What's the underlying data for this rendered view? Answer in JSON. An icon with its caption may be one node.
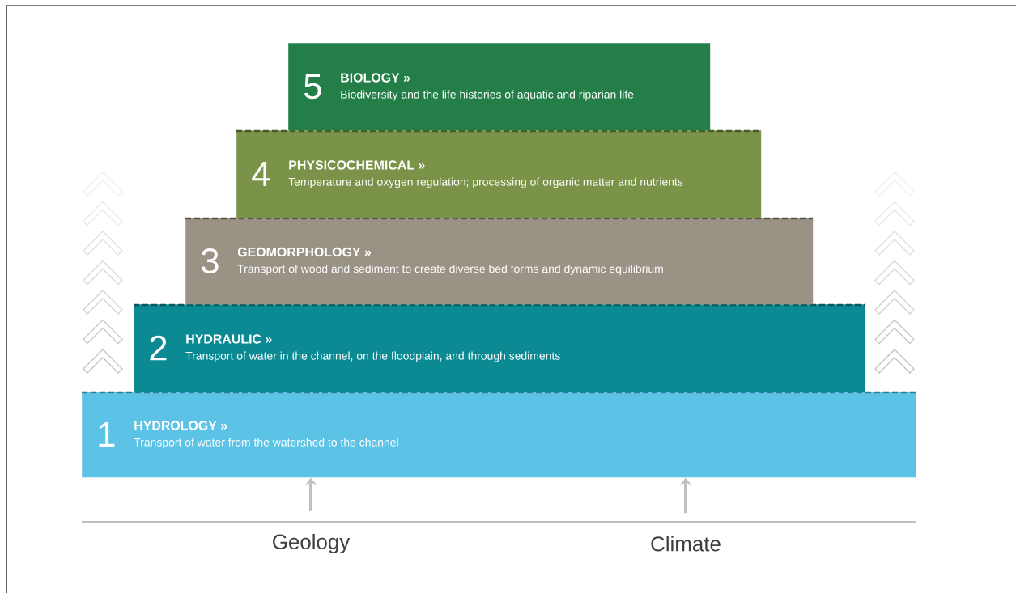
{
  "diagram": {
    "nodes": [
      {
        "text": [
          "1",
          "HYDROLOGY »",
          "Transport of water from the watershed to the channel"
        ]
      },
      {
        "text": [
          "2",
          "HYDRAULIC »",
          "Transport of water in the channel, on the floodplain, and through sediments"
        ]
      },
      {
        "text": [
          "3",
          "GEOMORPHOLOGY »",
          "Transport of wood and sediment to create diverse bed forms and dynamic equilibrium"
        ]
      },
      {
        "text": [
          "4",
          "PHYSICOCHEMICAL »",
          "Temperature and oxygen regulation; processing of organic matter and nutrients"
        ]
      },
      {
        "text": [
          "5",
          "BIOLOGY »",
          "Biodiversity and the life histories of aquatic and riparian life"
        ]
      },
      {
        "text": [
          "Geology"
        ]
      },
      {
        "text": [
          "Climate"
        ]
      }
    ],
    "edges": [
      {
        "from": 5,
        "to": 0,
        "arrow": "to"
      },
      {
        "from": 6,
        "to": 0,
        "arrow": "to"
      }
    ]
  }
}
